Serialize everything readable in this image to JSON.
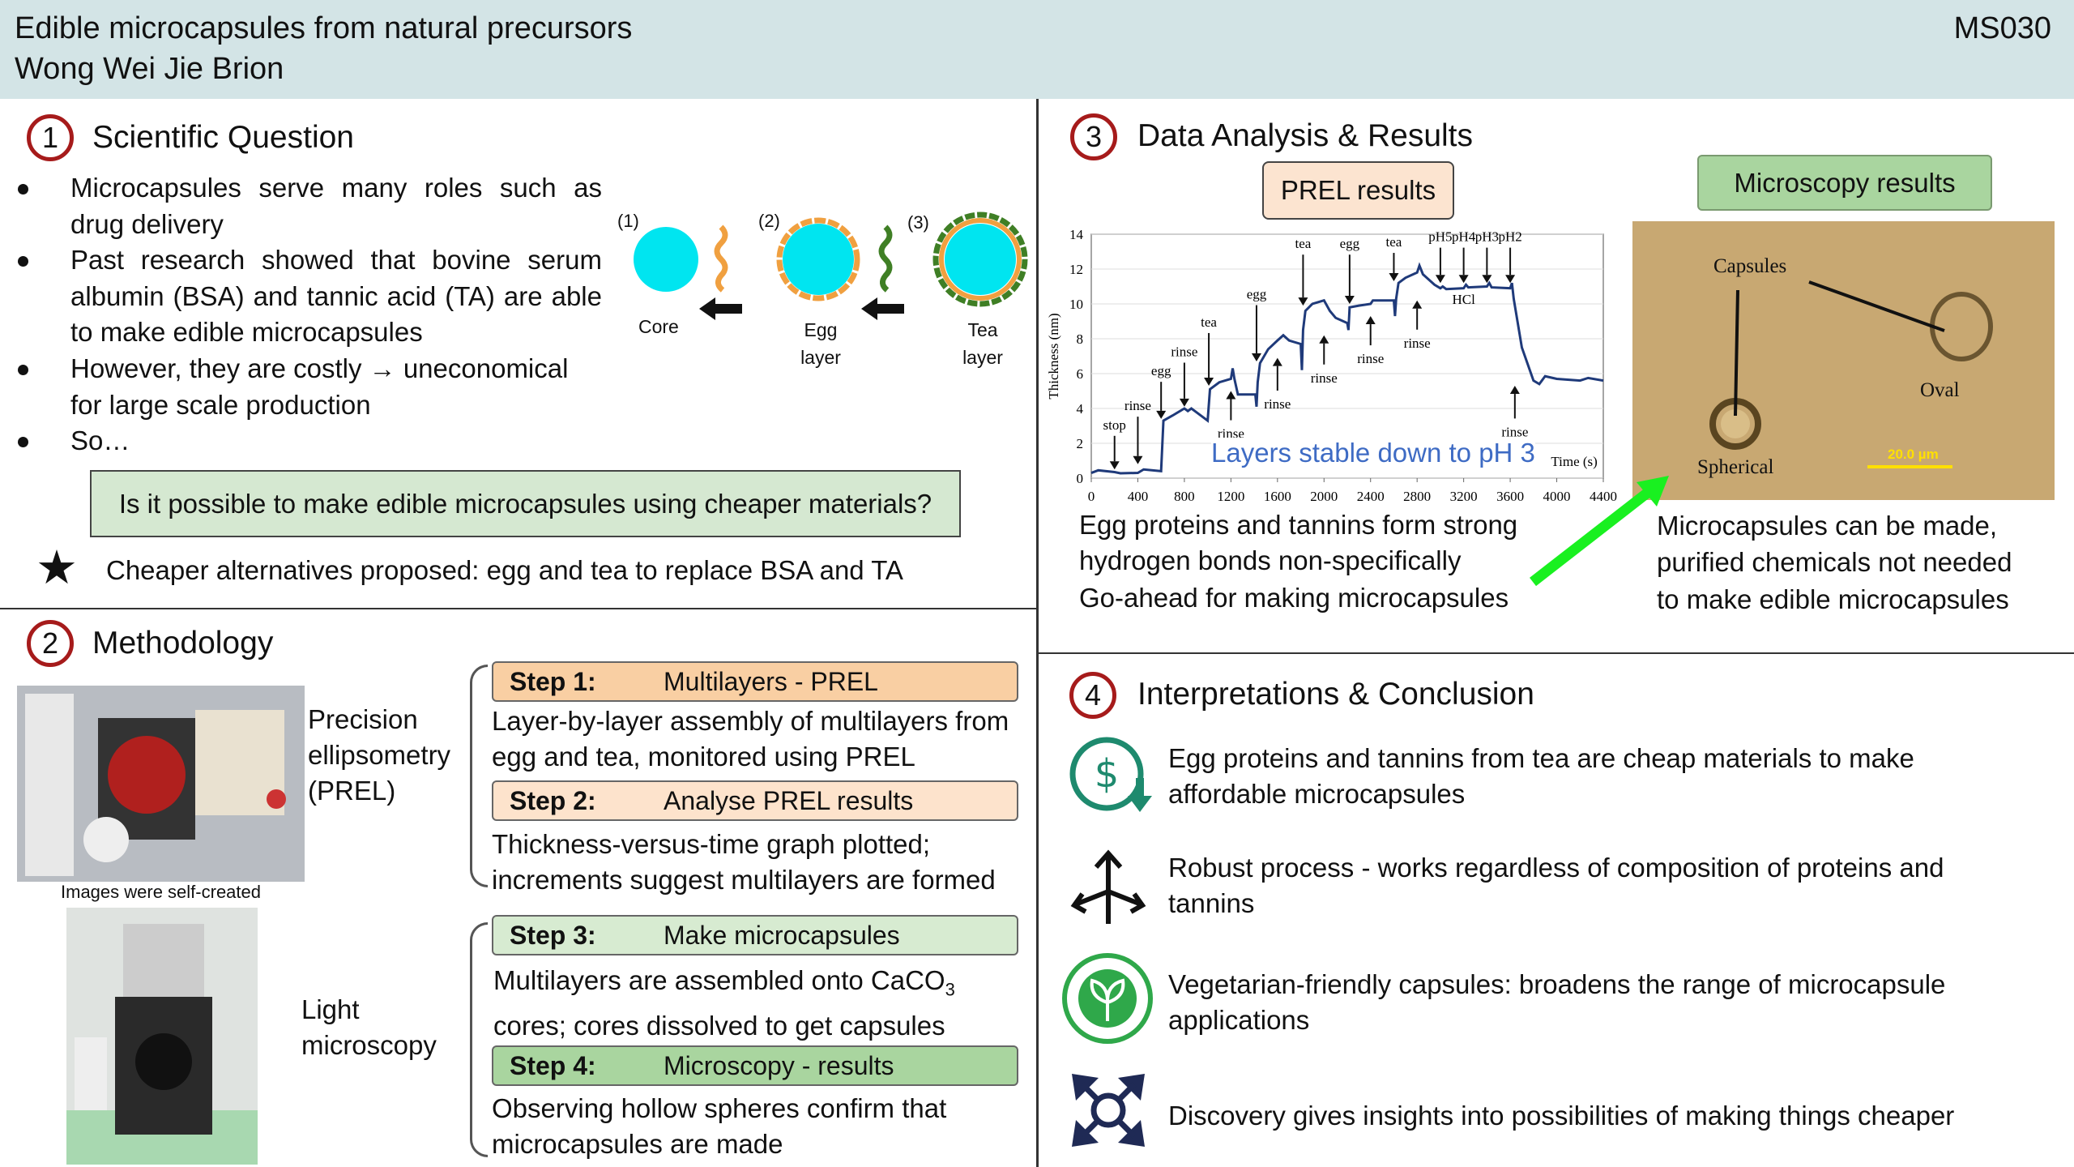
{
  "header": {
    "title": "Edible microcapsules from natural precursors",
    "author": "Wong Wei Jie Brion",
    "code": "MS030"
  },
  "section1": {
    "number": "1",
    "title": "Scientific Question",
    "bullets": [
      "Microcapsules serve many roles such as drug delivery",
      "Past research showed that bovine serum albumin (BSA) and tannic acid (TA) are able to make edible microcapsules",
      "However, they are costly → uneconomical for large scale production",
      "So…"
    ],
    "diagram": {
      "step1": "(1)",
      "step2": "(2)",
      "step3": "(3)",
      "core": "Core",
      "egg": "Egg layer",
      "tea": "Tea layer",
      "colors": {
        "core": "#00e5f0",
        "egg": "#f0a040",
        "tea": "#3f7f25"
      }
    },
    "question": "Is it possible to make edible microcapsules using cheaper materials?",
    "alternatives": "Cheaper alternatives proposed: egg and tea to replace BSA and TA"
  },
  "section2": {
    "number": "2",
    "title": "Methodology",
    "photo_caption": "Images were self-created",
    "prel_label": "Precision ellipsometry (PREL)",
    "microscopy_label": "Light microscopy",
    "steps": [
      {
        "step": "Step 1:",
        "name": "Multilayers - PREL",
        "desc": "Layer-by-layer assembly of multilayers from egg and tea, monitored using PREL",
        "color": "#f9cfa3"
      },
      {
        "step": "Step 2:",
        "name": "Analyse PREL results",
        "desc": "Thickness-versus-time graph plotted; increments suggest multilayers are formed",
        "color": "#fde3cc"
      },
      {
        "step": "Step 3:",
        "name": "Make microcapsules",
        "desc1": "Multilayers are assembled onto CaCO",
        "sub": "3",
        "desc2": "cores; cores dissolved to get capsules",
        "color": "#d7ebd1"
      },
      {
        "step": "Step 4:",
        "name": "Microscopy - results",
        "desc": "Observing hollow spheres confirm that microcapsules are made",
        "color": "#a9d59f"
      }
    ]
  },
  "section3": {
    "number": "3",
    "title": "Data Analysis & Results",
    "prel_button": "PREL results",
    "microscopy_button": "Microscopy results",
    "chart_overlay": "Layers stable down to pH 3",
    "left_text": [
      "Egg proteins and tannins form strong",
      "hydrogen bonds non-specifically",
      "Go-ahead for making microcapsules"
    ],
    "right_text": [
      "Microcapsules can be made,",
      "purified chemicals not needed",
      "to make edible microcapsules"
    ],
    "micro_labels": {
      "capsules": "Capsules",
      "oval": "Oval",
      "spherical": "Spherical",
      "scale": "20.0 µm"
    }
  },
  "section4": {
    "number": "4",
    "title": "Interpretations & Conclusion",
    "items": [
      {
        "icon": "dollar-down-icon",
        "text": [
          "Egg proteins and tannins from tea are cheap materials to make",
          "affordable microcapsules"
        ]
      },
      {
        "icon": "split-arrows-icon",
        "text": [
          "Robust process - works regardless of composition of proteins and",
          "tannins"
        ]
      },
      {
        "icon": "vegan-friendly-icon",
        "text": [
          "Vegetarian-friendly capsules: broadens the range of microcapsule",
          "applications"
        ]
      },
      {
        "icon": "expand-arrows-icon",
        "text": [
          "Discovery gives insights into possibilities of making things cheaper"
        ]
      }
    ],
    "vegan_badge": "VEGAN FRIENDLY"
  },
  "chart_data": {
    "type": "line",
    "title": "",
    "xlabel": "Time (s)",
    "ylabel": "Thickness (nm)",
    "xlim": [
      0,
      4400
    ],
    "ylim": [
      0,
      14
    ],
    "xticks": [
      0,
      400,
      800,
      1200,
      1600,
      2000,
      2400,
      2800,
      3200,
      3600,
      4000,
      4400
    ],
    "yticks": [
      0,
      2,
      4,
      6,
      8,
      10,
      12,
      14
    ],
    "color": "#1f3a7a",
    "x": [
      0,
      60,
      200,
      250,
      400,
      450,
      600,
      620,
      700,
      800,
      830,
      860,
      1000,
      1020,
      1100,
      1200,
      1215,
      1230,
      1260,
      1410,
      1420,
      1430,
      1450,
      1520,
      1600,
      1650,
      1700,
      1800,
      1810,
      1820,
      1840,
      1900,
      2000,
      2050,
      2100,
      2200,
      2210,
      2220,
      2300,
      2400,
      2420,
      2500,
      2600,
      2610,
      2620,
      2640,
      2700,
      2800,
      2820,
      2850,
      2950,
      3000,
      3020,
      3050,
      3200,
      3220,
      3240,
      3400,
      3420,
      3440,
      3600,
      3615,
      3630,
      3700,
      3800,
      3850,
      3900,
      4000,
      4200,
      4270,
      4400
    ],
    "y": [
      0.3,
      0.45,
      0.35,
      0.28,
      0.3,
      0.5,
      0.4,
      3.3,
      3.6,
      4.0,
      3.85,
      4.0,
      3.3,
      5.1,
      5.5,
      5.7,
      6.3,
      5.7,
      4.8,
      4.8,
      4.1,
      5.5,
      6.6,
      7.4,
      7.9,
      8.2,
      7.9,
      7.7,
      6.2,
      8.5,
      9.6,
      10.0,
      10.2,
      9.6,
      9.2,
      8.9,
      8.5,
      9.8,
      9.9,
      10.0,
      10.2,
      10.2,
      10.2,
      9.3,
      10.3,
      11.2,
      11.5,
      11.8,
      12.2,
      11.7,
      11.1,
      10.9,
      11.0,
      10.85,
      10.9,
      11.1,
      10.95,
      11.0,
      11.2,
      10.95,
      10.9,
      11.2,
      10.3,
      7.5,
      5.6,
      5.4,
      5.85,
      5.7,
      5.6,
      5.75,
      5.6
    ],
    "annotations": [
      {
        "text": "stop",
        "x": 200,
        "label_y": 2.8,
        "tip_y": 0.5
      },
      {
        "text": "rinse",
        "x": 400,
        "label_y": 3.9,
        "tip_y": 0.8
      },
      {
        "text": "egg",
        "x": 600,
        "label_y": 5.9,
        "tip_y": 3.4
      },
      {
        "text": "rinse",
        "x": 800,
        "label_y": 7.0,
        "tip_y": 4.1
      },
      {
        "text": "tea",
        "x": 1010,
        "label_y": 8.7,
        "tip_y": 5.3
      },
      {
        "text": "rinse",
        "x": 1200,
        "label_y": 2.3,
        "tip_y": 5.0
      },
      {
        "text": "egg",
        "x": 1420,
        "label_y": 10.3,
        "tip_y": 6.7
      },
      {
        "text": "rinse",
        "x": 1600,
        "label_y": 4.0,
        "tip_y": 6.9
      },
      {
        "text": "tea",
        "x": 1820,
        "label_y": 13.2,
        "tip_y": 9.9
      },
      {
        "text": "rinse",
        "x": 2000,
        "label_y": 5.5,
        "tip_y": 8.2
      },
      {
        "text": "egg",
        "x": 2220,
        "label_y": 13.2,
        "tip_y": 10.0
      },
      {
        "text": "rinse",
        "x": 2400,
        "label_y": 6.6,
        "tip_y": 9.3
      },
      {
        "text": "tea",
        "x": 2600,
        "label_y": 13.3,
        "tip_y": 11.3
      },
      {
        "text": "rinse",
        "x": 2800,
        "label_y": 7.5,
        "tip_y": 10.2
      },
      {
        "text": "pH5",
        "x": 3000,
        "label_y": 13.6,
        "tip_y": 11.2
      },
      {
        "text": "pH4",
        "x": 3200,
        "label_y": 13.6,
        "tip_y": 11.2
      },
      {
        "text": "pH3",
        "x": 3400,
        "label_y": 13.6,
        "tip_y": 11.2
      },
      {
        "text": "pH2",
        "x": 3600,
        "label_y": 13.6,
        "tip_y": 11.2
      },
      {
        "text": "rinse",
        "x": 3640,
        "label_y": 2.4,
        "tip_y": 5.3
      }
    ],
    "notes": [
      {
        "text": "HCl",
        "x": 3200,
        "y": 10.0
      }
    ]
  }
}
